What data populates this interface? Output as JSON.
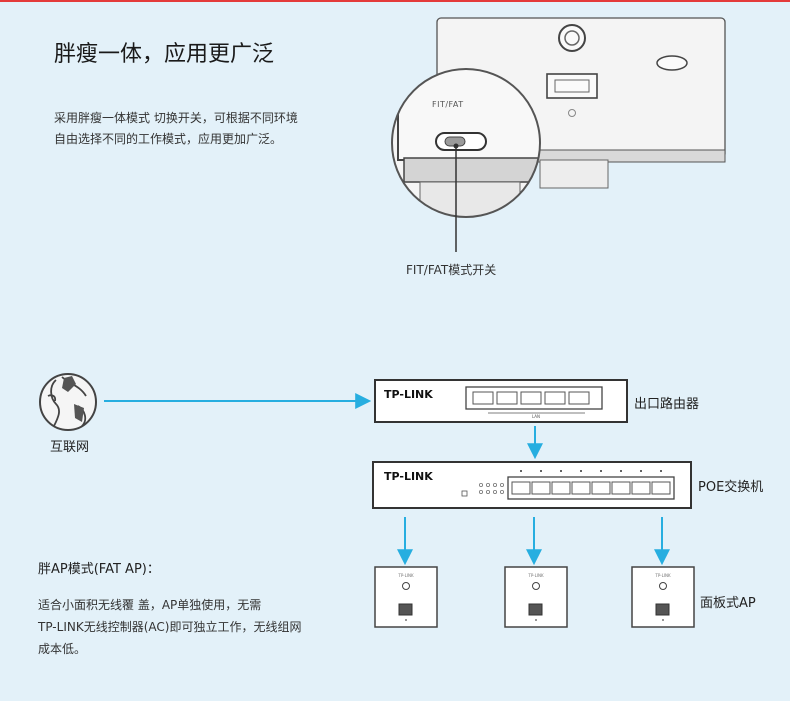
{
  "header": {
    "title": "胖瘦一体，应用更广泛",
    "description_lines": [
      "采用胖瘦一体模式 切换开关，可根据不同环境",
      "自由选择不同的工作模式，应用更加广泛。"
    ]
  },
  "device_closeup": {
    "switch_label": "FIT/FAT",
    "caption": "FIT/FAT模式开关"
  },
  "topology": {
    "internet_label": "互联网",
    "router": {
      "brand": "TP-LINK",
      "label": "出口路由器",
      "port_tag": "LAN"
    },
    "switch": {
      "brand": "TP-LINK",
      "label": "POE交换机"
    },
    "ap": {
      "label": "面板式AP",
      "brand": "TP-LINK",
      "count": 3
    },
    "arrow_color": "#27aee0"
  },
  "fat_mode": {
    "title": "胖AP模式(FAT AP)：",
    "description_lines": [
      "适合小面积无线覆 盖，AP单独使用，无需",
      "TP-LINK无线控制器(AC)即可独立工作，无线组网",
      "成本低。"
    ]
  }
}
